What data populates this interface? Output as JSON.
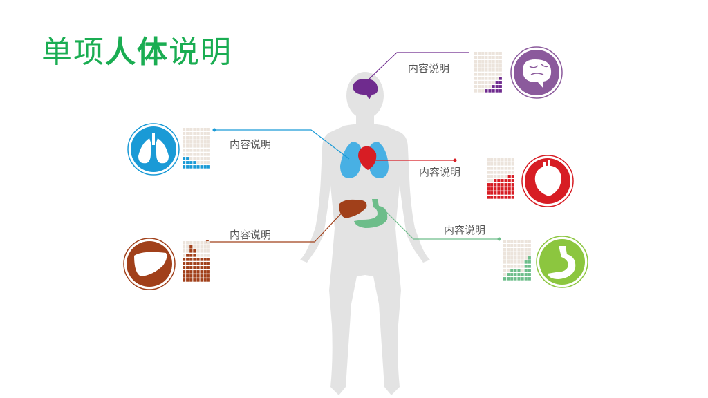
{
  "title": {
    "light": "单项",
    "bold": "人体",
    "light2": "说明"
  },
  "organs": [
    {
      "key": "brain",
      "label": "内容说明",
      "color": "#6f2b8e",
      "icon_color": "#8b5a9c",
      "icon": "brain-icon",
      "bars": [
        0,
        0,
        0,
        1,
        1,
        2,
        3,
        4
      ]
    },
    {
      "key": "lungs",
      "label": "内容说明",
      "color": "#1a9ad6",
      "icon_color": "#1a9ad6",
      "icon": "lungs-icon",
      "bars": [
        3,
        3,
        2,
        2,
        1,
        1,
        1,
        1
      ]
    },
    {
      "key": "heart",
      "label": "内容说明",
      "color": "#d71d24",
      "icon_color": "#d71d24",
      "icon": "heart-icon",
      "bars": [
        4,
        4,
        5,
        5,
        5,
        5,
        6,
        6
      ]
    },
    {
      "key": "liver",
      "label": "内容说明",
      "color": "#a1401a",
      "icon_color": "#a1401a",
      "icon": "liver-icon",
      "bars": [
        6,
        7,
        9,
        8,
        6,
        6,
        6,
        6
      ]
    },
    {
      "key": "stomach",
      "label": "内容说明",
      "color": "#6dbd8a",
      "icon_color": "#8cc63f",
      "icon": "stomach-icon",
      "bars": [
        1,
        2,
        3,
        3,
        3,
        2,
        5,
        6
      ]
    }
  ]
}
